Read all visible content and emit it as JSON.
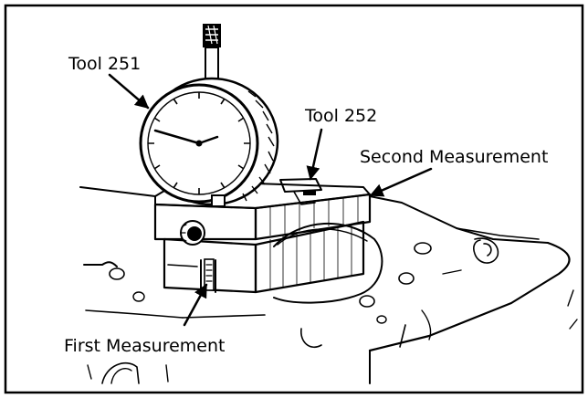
{
  "labels": {
    "tool_251": "Tool 251",
    "tool_252": "Tool 252",
    "second_measurement": "Second Measurement",
    "first_measurement": "First Measurement"
  }
}
